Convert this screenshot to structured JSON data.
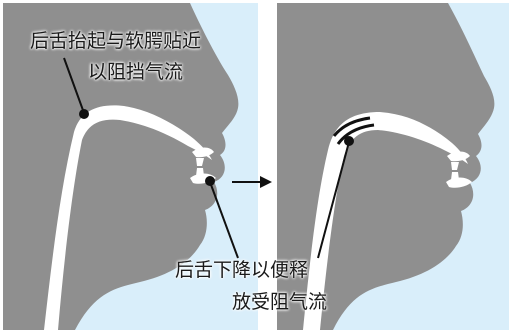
{
  "annotations": {
    "top_label": {
      "line1": "后舌抬起与软腭贴近",
      "line2": "以阻挡气流"
    },
    "bottom_label": {
      "line1": "后舌下降以便释",
      "line2": "放受阻气流"
    }
  },
  "colors": {
    "sky": "#d9eefa",
    "head": "#8f8f8f",
    "tongue": "#ffffff",
    "lines": "#111111"
  }
}
